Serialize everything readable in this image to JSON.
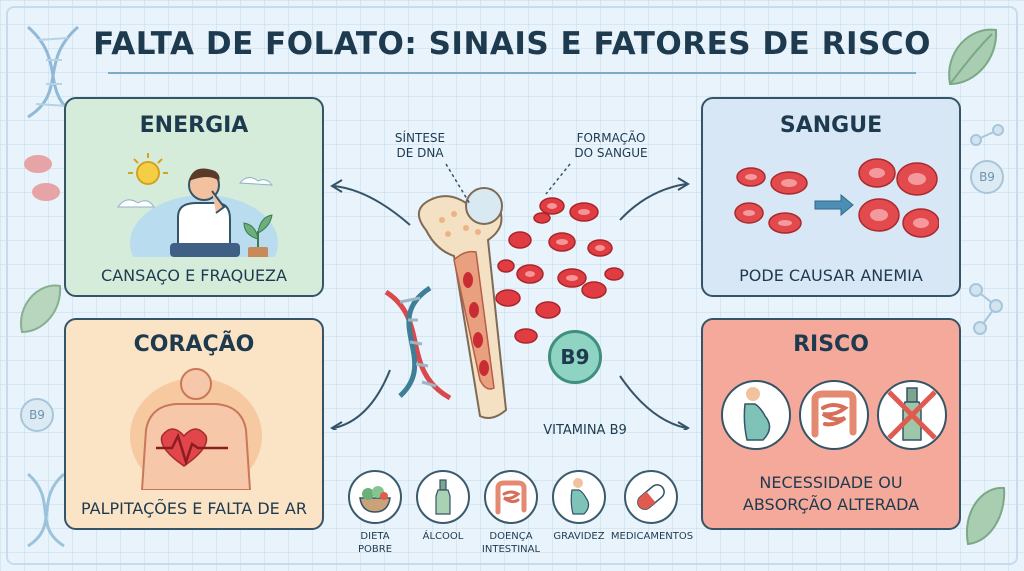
{
  "title": "FALTA DE FOLATO: SINAIS E FATORES DE RISCO",
  "center": {
    "label_dna": "SÍNTESE\nDE DNA",
    "label_blood": "FORMAÇÃO\nDO SANGUE",
    "vitamin_badge": "B9",
    "vitamin_label": "VITAMINA B9"
  },
  "cards": {
    "energia": {
      "title": "ENERGIA",
      "caption": "CANSAÇO E FRAQUEZA"
    },
    "coracao": {
      "title": "CORAÇÃO",
      "caption": "PALPITAÇÕES E FALTA DE AR"
    },
    "sangue": {
      "title": "SANGUE",
      "caption": "PODE CAUSAR ANEMIA"
    },
    "risco": {
      "title": "RISCO",
      "caption_line1": "NECESSIDADE OU",
      "caption_line2": "ABSORÇÃO ALTERADA"
    }
  },
  "factors": [
    {
      "label": "DIETA\nPOBRE",
      "icon": "salad-bowl-icon"
    },
    {
      "label": "ÁLCOOL",
      "icon": "bottle-icon"
    },
    {
      "label": "DOENÇA\nINTESTINAL",
      "icon": "intestine-icon"
    },
    {
      "label": "GRAVIDEZ",
      "icon": "pregnancy-icon"
    },
    {
      "label": "MEDICAMENTOS",
      "icon": "pill-icon"
    }
  ],
  "decor_badges": [
    "B9",
    "B9"
  ],
  "colors": {
    "energia_bg": "#d6ecda",
    "coracao_bg": "#fbe3c6",
    "sangue_bg": "#d7e7f5",
    "risco_bg": "#f5a99b",
    "blood_red": "#d9393e",
    "outline": "#355468"
  }
}
